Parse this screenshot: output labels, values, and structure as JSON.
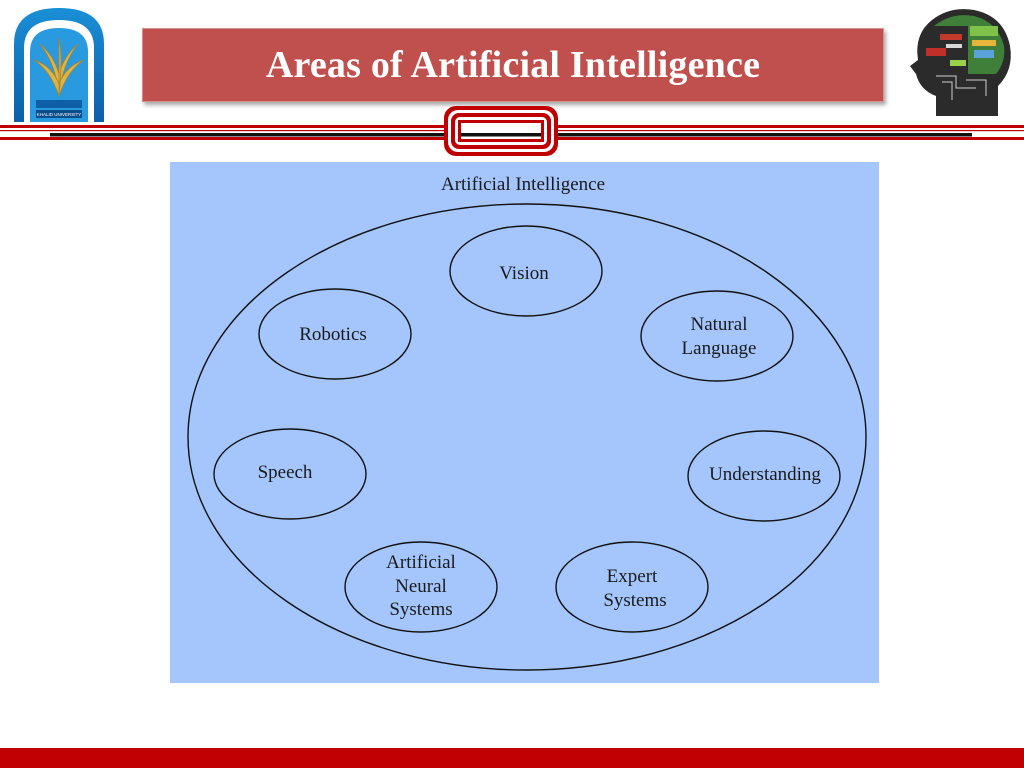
{
  "header": {
    "title": "Areas of Artificial Intelligence",
    "left_logo": {
      "icon": "university-emblem-icon",
      "lettering": "KHALID UNIVERSITY"
    },
    "right_logo": {
      "icon": "circuit-brain-head-icon"
    }
  },
  "diagram": {
    "outer_label": "Artificial Intelligence",
    "nodes": [
      {
        "id": "vision",
        "lines": [
          "Vision"
        ]
      },
      {
        "id": "natural-language",
        "lines": [
          "Natural",
          "Language"
        ]
      },
      {
        "id": "understanding",
        "lines": [
          "Understanding"
        ]
      },
      {
        "id": "expert-systems",
        "lines": [
          "Expert",
          "Systems"
        ]
      },
      {
        "id": "artificial-neural-systems",
        "lines": [
          "Artificial",
          "Neural",
          "Systems"
        ]
      },
      {
        "id": "speech",
        "lines": [
          "Speech"
        ]
      },
      {
        "id": "robotics",
        "lines": [
          "Robotics"
        ]
      }
    ]
  },
  "colors": {
    "title_bg": "#c0504d",
    "panel_bg": "#a4c6fc",
    "accent_red": "#c00000"
  }
}
